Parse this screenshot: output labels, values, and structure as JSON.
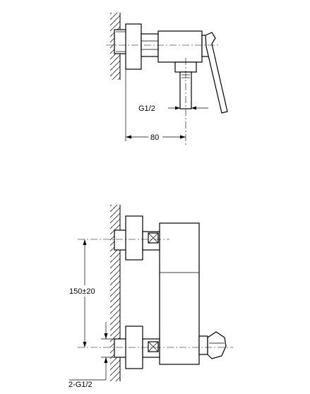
{
  "labels": {
    "thread_outlet": "G1/2",
    "projection": "80",
    "center_distance": "150±20",
    "inlet_thread": "2-G1/2"
  }
}
